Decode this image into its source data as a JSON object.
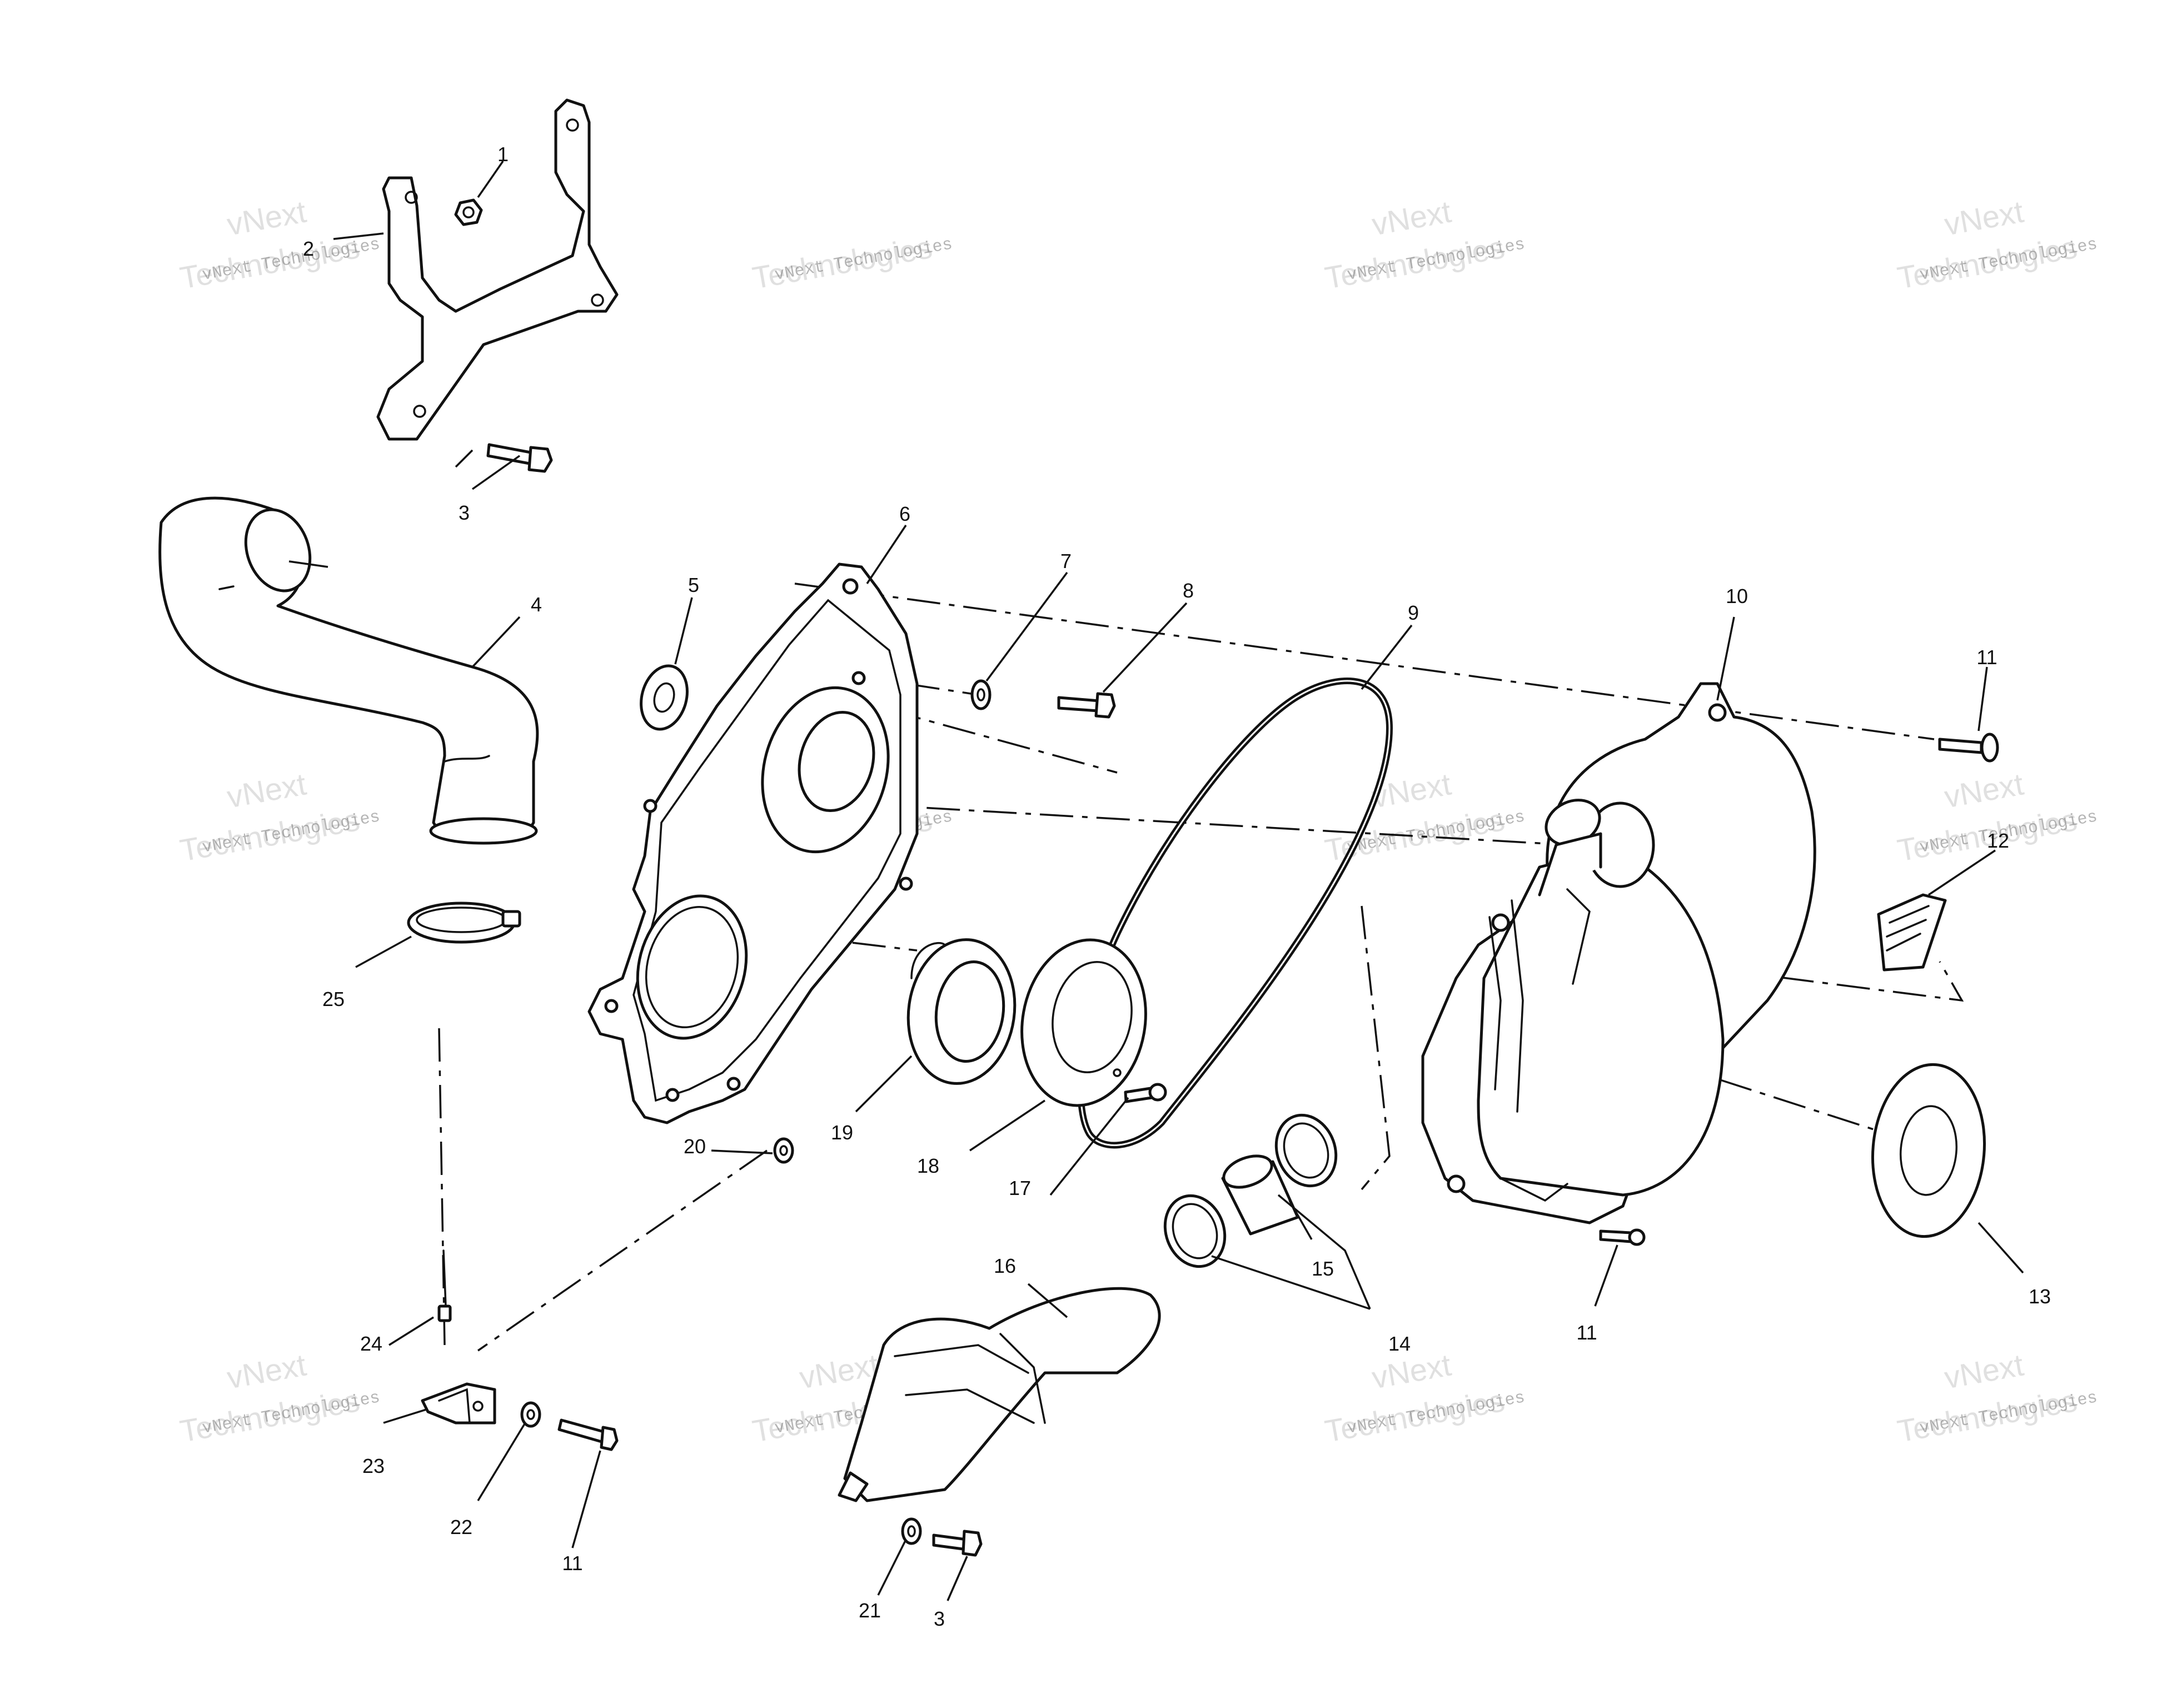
{
  "watermark": {
    "line1": "vNext Technologies",
    "line2": "Technologies",
    "corner": "vNext"
  },
  "callouts": {
    "c1": "1",
    "c2": "2",
    "c3a": "3",
    "c3b": "3",
    "c4": "4",
    "c5": "5",
    "c6": "6",
    "c7": "7",
    "c8": "8",
    "c9": "9",
    "c10": "10",
    "c11a": "11",
    "c11b": "11",
    "c11c": "11",
    "c12": "12",
    "c13": "13",
    "c14": "14",
    "c15": "15",
    "c16": "16",
    "c17": "17",
    "c18": "18",
    "c19": "19",
    "c20": "20",
    "c21": "21",
    "c22": "22",
    "c23": "23",
    "c24": "24",
    "c25": "25"
  }
}
